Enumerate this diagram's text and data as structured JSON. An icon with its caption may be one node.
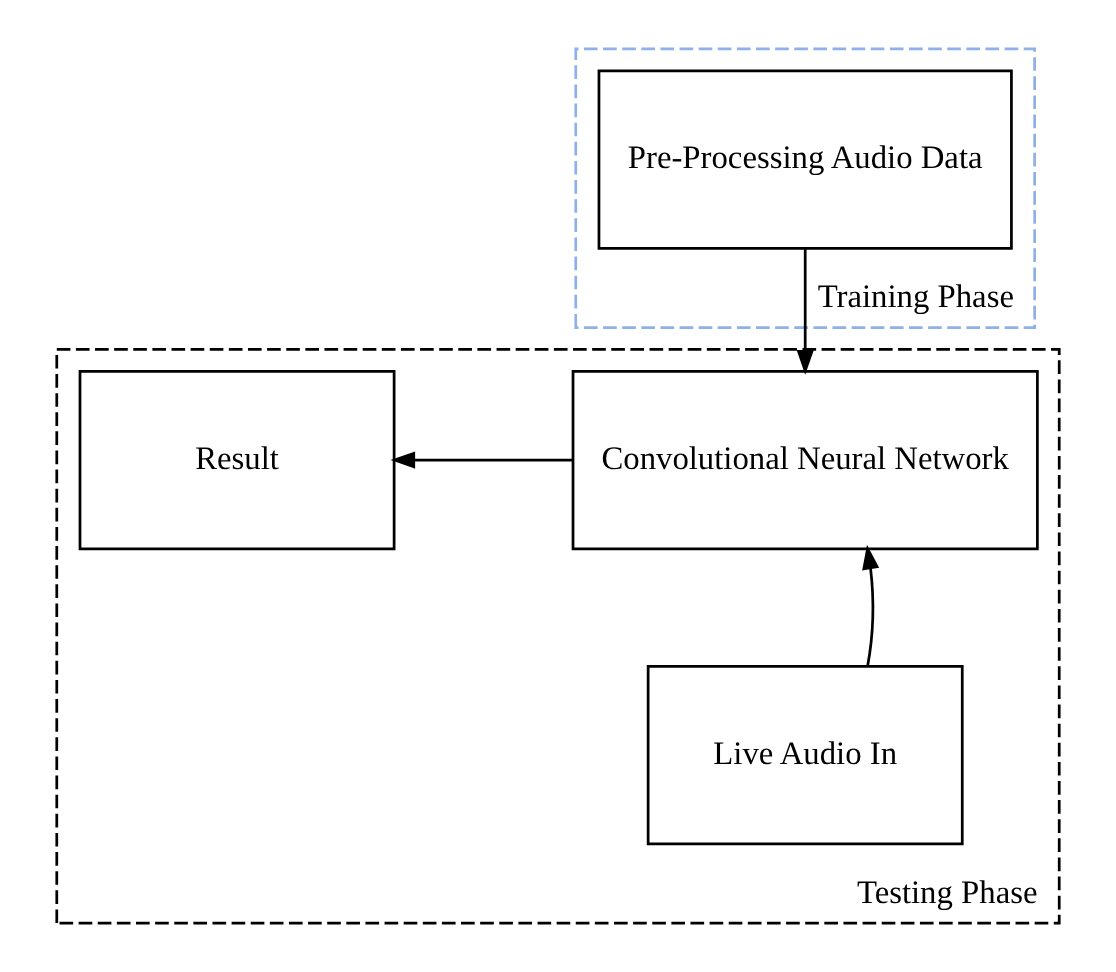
{
  "diagram": {
    "nodes": [
      {
        "text": [
          "Training Phase"
        ]
      },
      {
        "text": [
          "Pre-Processing Audio Data"
        ],
        "in": 0
      },
      {
        "text": [
          "Testing Phase"
        ]
      },
      {
        "text": [
          "Convolutional Neural Network"
        ],
        "in": 2
      },
      {
        "text": [
          "Result"
        ],
        "in": 2
      },
      {
        "text": [
          "Live Audio In"
        ],
        "in": 2
      }
    ],
    "edges": [
      {
        "from": 1,
        "to": 3,
        "arrow": "to"
      },
      {
        "from": 3,
        "to": 4,
        "arrow": "to"
      },
      {
        "from": 5,
        "to": 3,
        "arrow": "to"
      }
    ]
  }
}
